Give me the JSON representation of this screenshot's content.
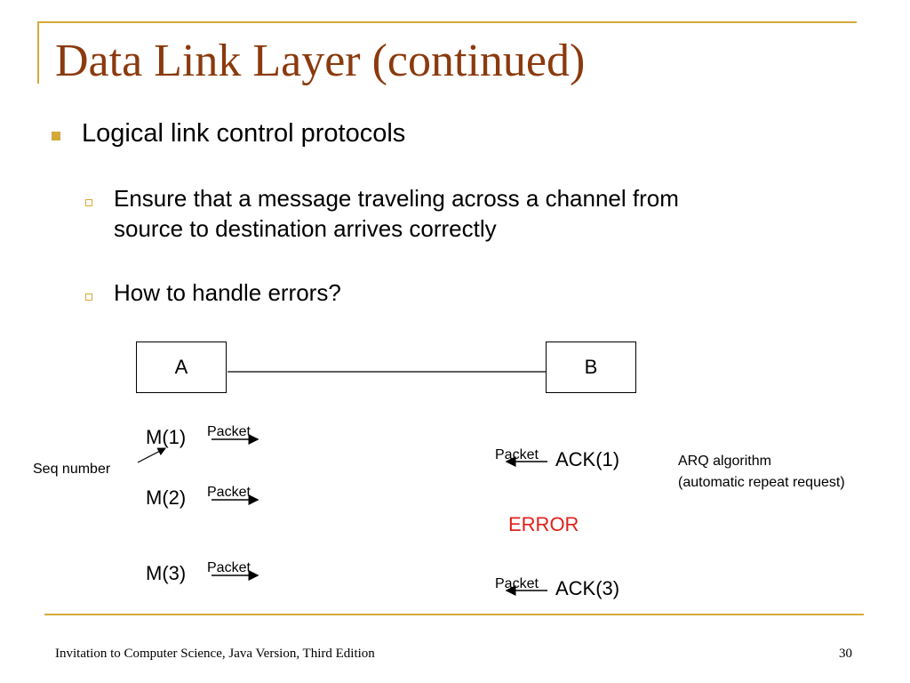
{
  "title": "Data Link Layer (continued)",
  "bullets": {
    "level1": "Logical link control protocols",
    "level2": [
      {
        "line1": "Ensure that a message traveling across a channel from",
        "line2": "source to destination arrives correctly"
      },
      {
        "line1": "How to handle errors?"
      }
    ]
  },
  "diagram": {
    "node_a": "A",
    "node_b": "B",
    "sender_messages": [
      "M(1)",
      "M(2)",
      "M(3)"
    ],
    "packet_label": "Packet",
    "seq_number_label": "Seq number",
    "receiver_acks": [
      "ACK(1)",
      "ACK(3)"
    ],
    "error_label": "ERROR",
    "arq_line1": "ARQ algorithm",
    "arq_line2": "(automatic repeat request)",
    "colors": {
      "error": "#e0201b",
      "accent": "#d4a93a",
      "title": "#8b3a0e"
    }
  },
  "footer": {
    "text": "Invitation to Computer Science, Java Version, Third Edition",
    "page_number": "30"
  }
}
